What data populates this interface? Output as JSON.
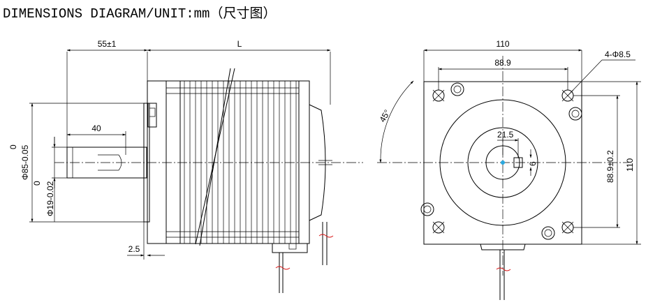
{
  "title": "DIMENSIONS DIAGRAM/UNIT:mm（尺寸图）",
  "side_view": {
    "shaft_extension": "55±1",
    "body_length": "L",
    "shaft_length": "40",
    "pilot_diameter": "Φ85-0.05",
    "pilot_tol_upper": "0",
    "shaft_diameter": "Φ19-0.02",
    "shaft_tol_upper": "0",
    "flange_thickness": "2.5"
  },
  "front_view": {
    "width": "110",
    "hole_spacing": "88.9",
    "holes": "4-Φ8.5",
    "angle": "45°",
    "shaft_dia": "21.5",
    "key_width": "6",
    "hole_spacing_vertical": "88.9±0.2",
    "height": "110"
  },
  "colors": {
    "line": "#000000",
    "wire_mark": "#d81010",
    "shaft_center": "#2aa9e0"
  }
}
